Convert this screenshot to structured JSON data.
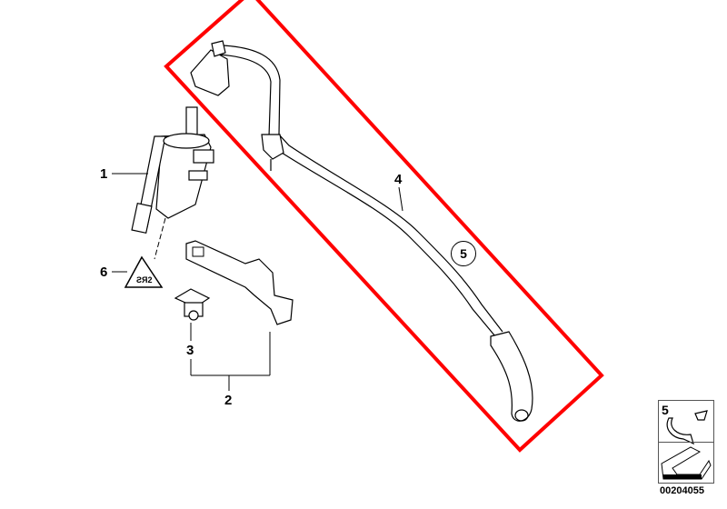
{
  "callouts": {
    "part1": "1",
    "part2": "2",
    "part3": "3",
    "part4": "4",
    "part5_circled": "5",
    "part6": "6"
  },
  "legend": {
    "number": "5",
    "document_number": "00204055"
  },
  "colors": {
    "highlight": "#ff0000",
    "line": "#000000"
  }
}
